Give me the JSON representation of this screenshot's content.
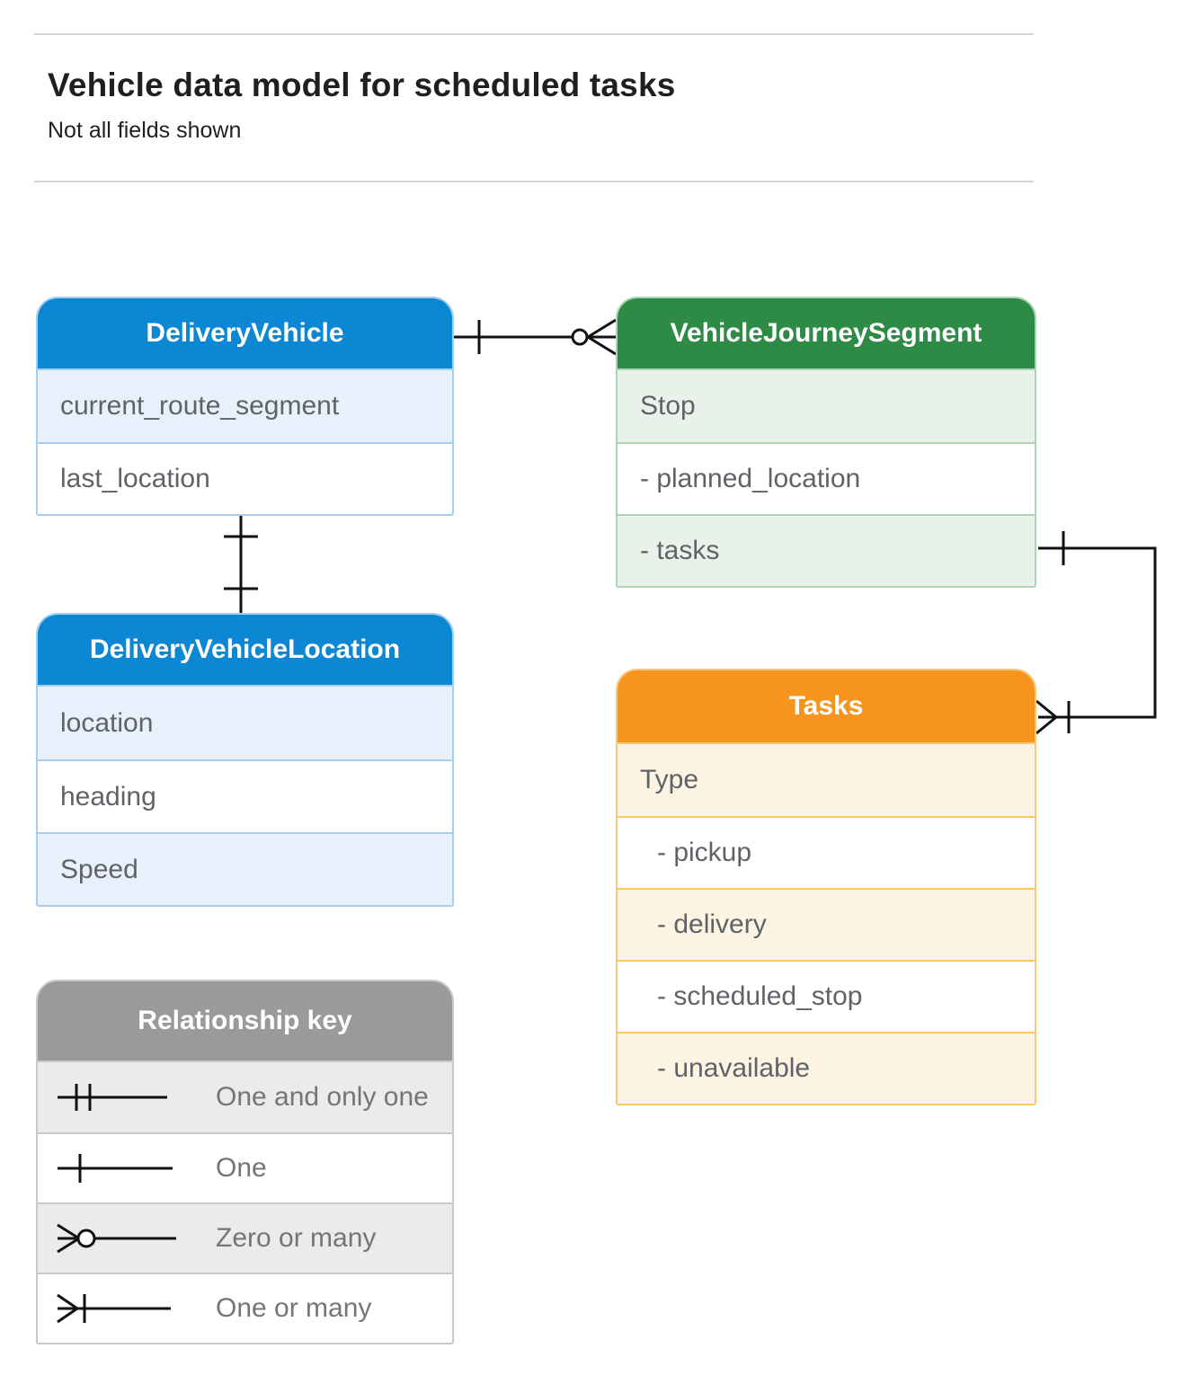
{
  "page": {
    "title": "Vehicle data model for scheduled tasks",
    "subtitle": "Not all fields shown"
  },
  "entities": [
    {
      "title": "DeliveryVehicle",
      "fields": [
        "current_route_segment",
        "last_location"
      ]
    },
    {
      "title": "VehicleJourneySegment",
      "fields": [
        "Stop",
        "- planned_location",
        "- tasks"
      ]
    },
    {
      "title": "DeliveryVehicleLocation",
      "fields": [
        "location",
        "heading",
        "Speed"
      ]
    },
    {
      "title": "Tasks",
      "fields": [
        "Type",
        "- pickup",
        "- delivery",
        "- scheduled_stop",
        "- unavailable"
      ]
    }
  ],
  "legend": {
    "title": "Relationship key",
    "items": [
      {
        "symbol": "one-and-only-one",
        "label": "One and only one"
      },
      {
        "symbol": "one",
        "label": "One"
      },
      {
        "symbol": "zero-or-many",
        "label": "Zero or many"
      },
      {
        "symbol": "one-or-many",
        "label": "One or many"
      }
    ]
  },
  "relationships": [
    {
      "from": "DeliveryVehicle",
      "to": "VehicleJourneySegment",
      "from_cardinality": "One",
      "to_cardinality": "Zero or many"
    },
    {
      "from": "DeliveryVehicle",
      "to": "DeliveryVehicleLocation",
      "from_cardinality": "One",
      "to_cardinality": "One"
    },
    {
      "from": "VehicleJourneySegment.tasks",
      "to": "Tasks",
      "from_cardinality": "One",
      "to_cardinality": "One or many"
    }
  ],
  "colors": {
    "blue_header": "#0B87D3",
    "blue_row": "#E8F1FB",
    "blue_border": "#A6CEEF",
    "green_header": "#2E8B46",
    "green_row": "#E8F2EB",
    "green_border": "#ABD5B6",
    "orange_header": "#F6941D",
    "orange_row": "#FDF3E2",
    "orange_border": "#F8C877",
    "gray_header": "#9A9A9A",
    "gray_row": "#EBEBEB",
    "gray_border": "#C9C9C9",
    "connector": "#111111",
    "field_text": "#5F6368",
    "legend_text": "#757575"
  }
}
